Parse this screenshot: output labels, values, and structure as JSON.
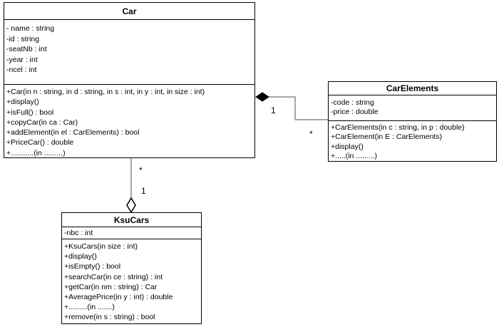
{
  "diagram": {
    "classes": {
      "car": {
        "name": "Car",
        "attributes": [
          "- name : string",
          "-id : string",
          "-seatNb : int",
          "-year : int",
          "-ncel : int"
        ],
        "methods": [
          "+Car(in n : string, in d : string, in s : int,  in y : int, in size : int)",
          "+display()",
          "+isFull() : bool",
          "+copyCar(in ca : Car)",
          "+addElement(in el : CarElements) : bool",
          "+PriceCar() : double",
          "+...........(in .........)"
        ]
      },
      "car_elements": {
        "name": "CarElements",
        "attributes": [
          "-code : string",
          "-price : double"
        ],
        "methods": [
          "+CarElements(in c : string, in p : double)",
          "+CarElement(in E : CarElements)",
          "+display()",
          "+.....(in .........)"
        ]
      },
      "ksu_cars": {
        "name": "KsuCars",
        "attributes": [
          "-nbc : int"
        ],
        "methods": [
          "+KsuCars(in size : int)",
          "+display()",
          "+isEmpty() : bool",
          "+searchCar(in ce : string) : int",
          "+getCar(in nm : string) : Car",
          "+AveragePrice(in y : int) : double",
          "+.........(in .......)",
          "+remove(in s : string) : bool"
        ]
      }
    },
    "relationships": {
      "composition": {
        "type": "composition",
        "whole": "Car",
        "part": "CarElements",
        "whole_multiplicity": "1",
        "part_multiplicity": "*"
      },
      "aggregation": {
        "type": "aggregation",
        "whole": "KsuCars",
        "part": "Car",
        "whole_multiplicity": "1",
        "part_multiplicity": "*"
      }
    },
    "colors": {
      "background": "#ffffff",
      "box_fill": "#ffffff",
      "box_border": "#000000",
      "connector_line": "#8c8c8c",
      "composition_diamond_fill": "#000000",
      "aggregation_diamond_fill": "#ffffff",
      "text": "#000000"
    }
  }
}
